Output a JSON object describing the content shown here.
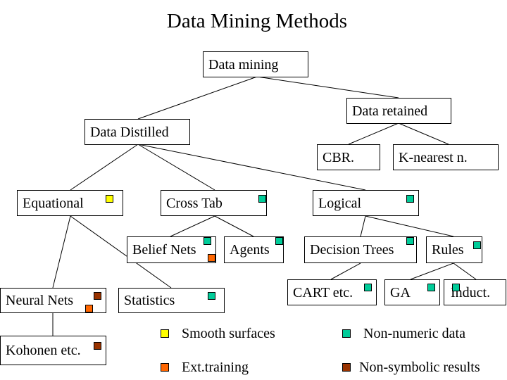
{
  "title": "Data Mining Methods",
  "colors": {
    "smooth": "#ffff00",
    "ext_training": "#ff6600",
    "non_numeric": "#00cc99",
    "non_symbolic": "#993300"
  },
  "nodes": {
    "data_mining": "Data mining",
    "data_retained": "Data retained",
    "data_distilled": "Data Distilled",
    "cbr": "CBR.",
    "k_nearest": "K-nearest n.",
    "equational": "Equational",
    "cross_tab": "Cross Tab",
    "logical": "Logical",
    "belief_nets": "Belief Nets",
    "agents": "Agents",
    "decision_trees": "Decision Trees",
    "rules": "Rules",
    "neural_nets": "Neural Nets",
    "statistics": "Statistics",
    "cart": "CART etc.",
    "ga": "GA",
    "induct": "Induct.",
    "kohonen": "Kohonen etc."
  },
  "legend": {
    "smooth": "Smooth surfaces",
    "ext_training": "Ext.training",
    "non_numeric": "Non-numeric data",
    "non_symbolic": "Non-symbolic results"
  }
}
